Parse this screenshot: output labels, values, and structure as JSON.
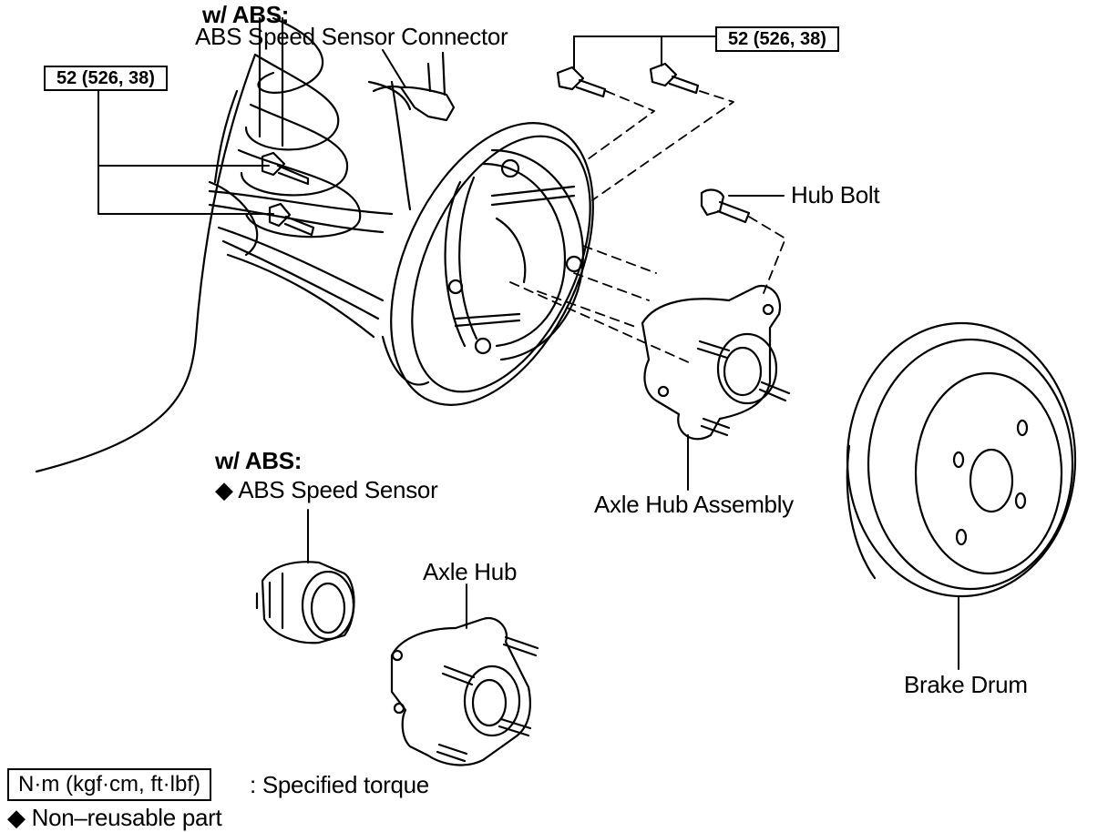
{
  "labels": {
    "abs_header_top": "w/ ABS:",
    "abs_speed_sensor_connector": "ABS Speed Sensor Connector",
    "torque_left": "52 (526, 38)",
    "torque_right": "52 (526, 38)",
    "hub_bolt": "Hub Bolt",
    "axle_hub_assembly": "Axle Hub Assembly",
    "abs_header_mid": "w/ ABS:",
    "abs_speed_sensor": "ABS Speed Sensor",
    "axle_hub": "Axle Hub",
    "brake_drum": "Brake Drum"
  },
  "legend": {
    "torque_unit": "N·m (kgf·cm, ft·lbf)",
    "torque_desc": ": Specified torque",
    "non_reusable": "Non–reusable part"
  },
  "symbols": {
    "non_reusable_marker": "diamond-icon"
  }
}
